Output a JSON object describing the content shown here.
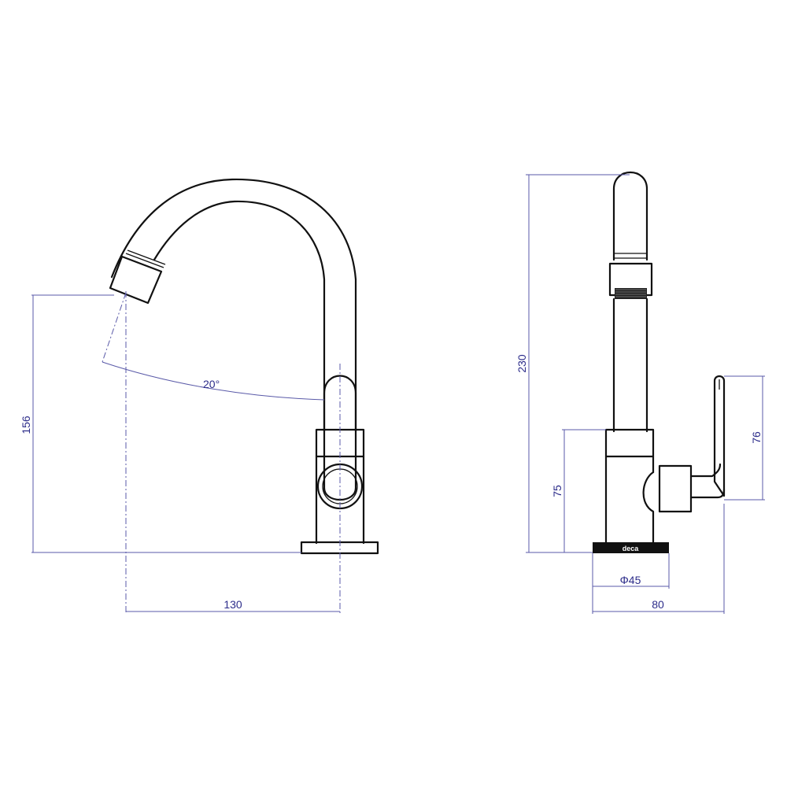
{
  "front_view": {
    "dim_height": "156",
    "dim_reach": "130",
    "dim_angle": "20°"
  },
  "side_view": {
    "dim_total_height": "230",
    "dim_lever_height": "76",
    "dim_body_height": "75",
    "dim_base_diameter": "Φ45",
    "dim_depth": "80",
    "brand_mark": "deca"
  },
  "colors": {
    "object_line": "#111111",
    "dimension_line": "#5a5aa8",
    "dimension_text": "#2c2c8a"
  }
}
